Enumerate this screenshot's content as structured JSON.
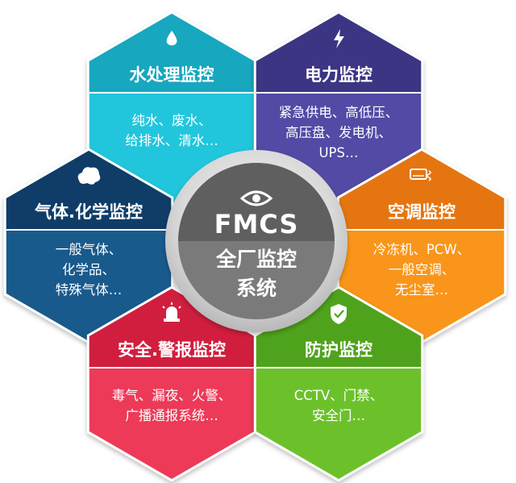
{
  "center": {
    "eye_icon": "eye-icon",
    "fmcs": "FMCS",
    "line1": "全厂监控",
    "line2": "系统"
  },
  "modules": [
    {
      "id": "water",
      "title": "水处理监控",
      "lines": [
        "纯水、废水、",
        "给排水、清水…"
      ],
      "icon": "water-drop-icon",
      "colors": {
        "top": "#17a7bf",
        "bottom": "#21c6dc"
      }
    },
    {
      "id": "power",
      "title": "电力监控",
      "lines": [
        "紧急供电、高低压、",
        "高压盘、发电机、",
        "UPS…"
      ],
      "icon": "lightning-icon",
      "colors": {
        "top": "#3b3583",
        "bottom": "#524aa5"
      }
    },
    {
      "id": "gas",
      "title": "气体.化学监控",
      "lines": [
        "一般气体、",
        "化学品、",
        "特殊气体…"
      ],
      "icon": "gas-cloud-icon",
      "colors": {
        "top": "#0f3d68",
        "bottom": "#195a8c"
      }
    },
    {
      "id": "hvac",
      "title": "空调监控",
      "lines": [
        "冷冻机、PCW、",
        "一般空调、",
        "无尘室…"
      ],
      "icon": "air-conditioner-icon",
      "colors": {
        "top": "#e57510",
        "bottom": "#f9951a"
      }
    },
    {
      "id": "safety",
      "title": "安全.警报监控",
      "lines": [
        "毒气、漏夜、火警、",
        "广播通报系统…"
      ],
      "icon": "alarm-light-icon",
      "colors": {
        "top": "#d11e3e",
        "bottom": "#ec3a58"
      }
    },
    {
      "id": "protect",
      "title": "防护监控",
      "lines": [
        "CCTV、门禁、",
        "安全门…"
      ],
      "icon": "shield-check-icon",
      "colors": {
        "top": "#4fa31c",
        "bottom": "#6cc12b"
      }
    }
  ]
}
